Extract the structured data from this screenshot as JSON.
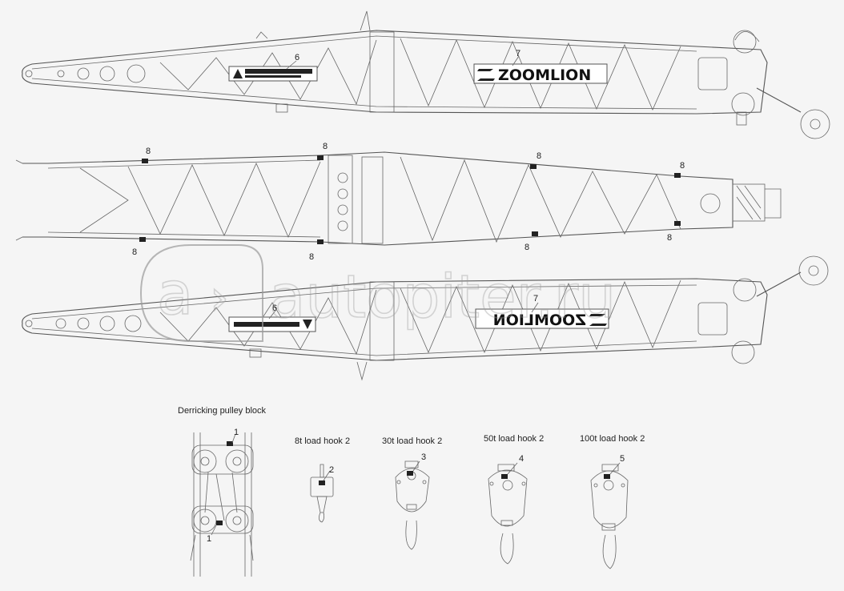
{
  "captions": {
    "derricking": "Derricking pulley block",
    "hook8": "8t load hook 2",
    "hook30": "30t load hook 2",
    "hook50": "50t load hook 2",
    "hook100": "100t load hook 2"
  },
  "brand_plate": "ZOOMLION",
  "watermark": "autopiter.ru",
  "callouts": [
    "1",
    "2",
    "3",
    "4",
    "5",
    "6",
    "7",
    "8"
  ],
  "icons": [
    "warning-triangle-icon",
    "zoomlion-logo-icon",
    "autopiter-logo-icon"
  ]
}
